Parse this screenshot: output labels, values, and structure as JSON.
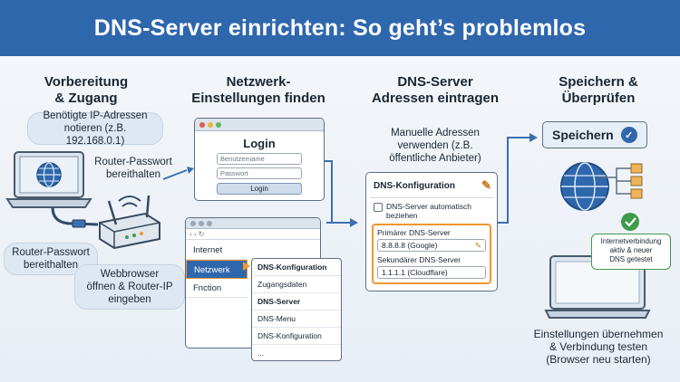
{
  "title": "DNS-Server einrichten: So geht’s problemlos",
  "columns": {
    "c1": {
      "title_l1": "Vorbereitung",
      "title_l2": "& Zugang"
    },
    "c2": {
      "title_l1": "Netzwerk-",
      "title_l2": "Einstellungen finden"
    },
    "c3": {
      "title_l1": "DNS-Server",
      "title_l2": "Adressen eintragen"
    },
    "c4": {
      "title_l1": "Speichern &",
      "title_l2": "Überprüfen"
    }
  },
  "step1": {
    "bubble_ip_l1": "Benötigte IP-Adressen",
    "bubble_ip_l2": "notieren (z.B. 192.168.0.1)",
    "router_pw_top_l1": "Router-Passwort",
    "router_pw_top_l2": "bereithalten",
    "router_pw_bottom_l1": "Router-Passwort",
    "router_pw_bottom_l2": "bereithalten",
    "browser_l1": "Webbrowser",
    "browser_l2": "öffnen & Router-IP",
    "browser_l3": "eingeben"
  },
  "step2": {
    "login": {
      "title": "Login",
      "username_placeholder": "Benutzername",
      "password_placeholder": "Passwort",
      "button": "Login"
    },
    "sidebar": [
      "Internet",
      "Netzwerk",
      "Fnction"
    ],
    "menu": [
      "DNS-Konfiguration",
      "Zugangsdaten",
      "DNS-Server",
      "DNS-Menu",
      "DNS-Konfiguration",
      "..."
    ]
  },
  "step3": {
    "note_l1": "Manuelle Adressen",
    "note_l2": "verwenden (z.B.",
    "note_l3": "öffentliche Anbieter)",
    "card_title": "DNS-Konfiguration",
    "auto_l1": "DNS-Server automatisch",
    "auto_l2": "beziehen",
    "primary_label": "Primärer DNS-Server",
    "primary_value": "8.8.8.8 (Google)",
    "secondary_label": "Sekundärer DNS-Server",
    "secondary_value": "1.1.1.1 (Cloudflare)"
  },
  "step4": {
    "save_button": "Speichern",
    "status_l1": "Internetverbindung",
    "status_l2": "aktiv & neuer",
    "status_l3": "DNS getestet",
    "footer_l1": "Einstellungen übernehmen",
    "footer_l2": "& Verbindung testen",
    "footer_l3": "(Browser neu starten)"
  },
  "colors": {
    "banner": "#2f67ad",
    "accent_orange": "#f0962d",
    "arrow_blue": "#3b6fb0",
    "check_green": "#3f9a4a"
  }
}
